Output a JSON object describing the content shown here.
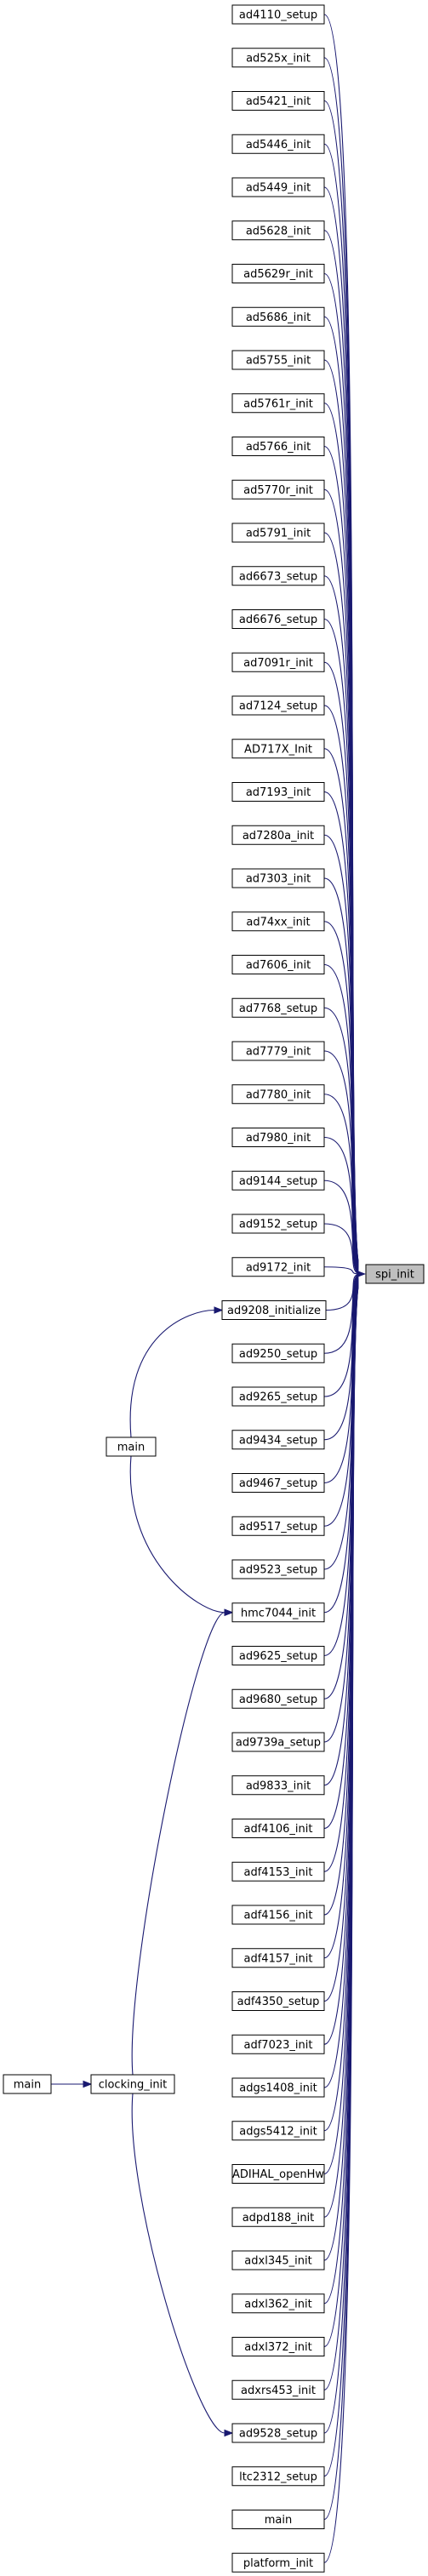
{
  "diagram": {
    "edge_color": "#191970",
    "target_fill": "#bfbfbf",
    "target": "spi_init",
    "nodes": [
      {
        "id": "n0",
        "label": "ad4110_setup"
      },
      {
        "id": "n1",
        "label": "ad525x_init"
      },
      {
        "id": "n2",
        "label": "ad5421_init"
      },
      {
        "id": "n3",
        "label": "ad5446_init"
      },
      {
        "id": "n4",
        "label": "ad5449_init"
      },
      {
        "id": "n5",
        "label": "ad5628_init"
      },
      {
        "id": "n6",
        "label": "ad5629r_init"
      },
      {
        "id": "n7",
        "label": "ad5686_init"
      },
      {
        "id": "n8",
        "label": "ad5755_init"
      },
      {
        "id": "n9",
        "label": "ad5761r_init"
      },
      {
        "id": "n10",
        "label": "ad5766_init"
      },
      {
        "id": "n11",
        "label": "ad5770r_init"
      },
      {
        "id": "n12",
        "label": "ad5791_init"
      },
      {
        "id": "n13",
        "label": "ad6673_setup"
      },
      {
        "id": "n14",
        "label": "ad6676_setup"
      },
      {
        "id": "n15",
        "label": "ad7091r_init"
      },
      {
        "id": "n16",
        "label": "ad7124_setup"
      },
      {
        "id": "n17",
        "label": "AD717X_Init"
      },
      {
        "id": "n18",
        "label": "ad7193_init"
      },
      {
        "id": "n19",
        "label": "ad7280a_init"
      },
      {
        "id": "n20",
        "label": "ad7303_init"
      },
      {
        "id": "n21",
        "label": "ad74xx_init"
      },
      {
        "id": "n22",
        "label": "ad7606_init"
      },
      {
        "id": "n23",
        "label": "ad7768_setup"
      },
      {
        "id": "n24",
        "label": "ad7779_init"
      },
      {
        "id": "n25",
        "label": "ad7780_init"
      },
      {
        "id": "n26",
        "label": "ad7980_init"
      },
      {
        "id": "n27",
        "label": "ad9144_setup"
      },
      {
        "id": "n28",
        "label": "ad9152_setup"
      },
      {
        "id": "n29",
        "label": "ad9172_init"
      },
      {
        "id": "n30",
        "label": "ad9208_initialize"
      },
      {
        "id": "n31",
        "label": "ad9250_setup"
      },
      {
        "id": "n32",
        "label": "ad9265_setup"
      },
      {
        "id": "n33",
        "label": "ad9434_setup"
      },
      {
        "id": "n34",
        "label": "ad9467_setup"
      },
      {
        "id": "n35",
        "label": "ad9517_setup"
      },
      {
        "id": "n36",
        "label": "ad9523_setup"
      },
      {
        "id": "n37",
        "label": "hmc7044_init"
      },
      {
        "id": "n38",
        "label": "ad9625_setup"
      },
      {
        "id": "n39",
        "label": "ad9680_setup"
      },
      {
        "id": "n40",
        "label": "ad9739a_setup"
      },
      {
        "id": "n41",
        "label": "ad9833_init"
      },
      {
        "id": "n42",
        "label": "adf4106_init"
      },
      {
        "id": "n43",
        "label": "adf4153_init"
      },
      {
        "id": "n44",
        "label": "adf4156_init"
      },
      {
        "id": "n45",
        "label": "adf4157_init"
      },
      {
        "id": "n46",
        "label": "adf4350_setup"
      },
      {
        "id": "n47",
        "label": "adf7023_init"
      },
      {
        "id": "n48",
        "label": "adgs1408_init"
      },
      {
        "id": "n49",
        "label": "adgs5412_init"
      },
      {
        "id": "n50",
        "label": "ADIHAL_openHw"
      },
      {
        "id": "n51",
        "label": "adpd188_init"
      },
      {
        "id": "n52",
        "label": "adxl345_init"
      },
      {
        "id": "n53",
        "label": "adxl362_init"
      },
      {
        "id": "n54",
        "label": "adxl372_init"
      },
      {
        "id": "n55",
        "label": "adxrs453_init"
      },
      {
        "id": "n56",
        "label": "ad9528_setup"
      },
      {
        "id": "n57",
        "label": "ltc2312_setup"
      },
      {
        "id": "n58",
        "label": "main"
      },
      {
        "id": "n59",
        "label": "platform_init"
      },
      {
        "id": "t",
        "label": "spi_init"
      },
      {
        "id": "m1",
        "label": "main"
      },
      {
        "id": "ci",
        "label": "clocking_init"
      },
      {
        "id": "m2",
        "label": "main"
      }
    ],
    "edges": [
      {
        "from": "m1",
        "to": "n30"
      },
      {
        "from": "m1",
        "to": "n37"
      },
      {
        "from": "ci",
        "to": "n37"
      },
      {
        "from": "ci",
        "to": "n56"
      },
      {
        "from": "m2",
        "to": "ci"
      }
    ]
  }
}
